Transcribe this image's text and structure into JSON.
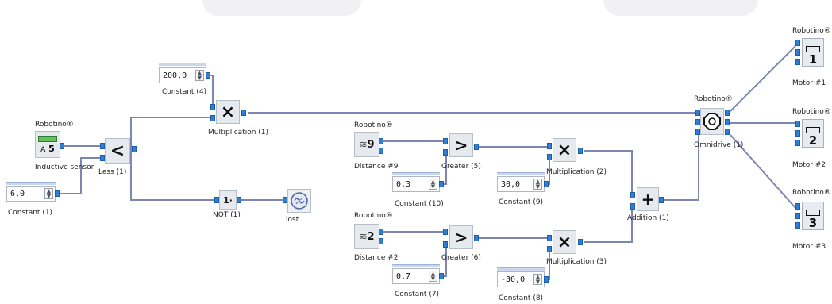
{
  "colors": {
    "wire": "#7c86b0",
    "port": "#2f7fd3",
    "node_bg": "#e6e9ee"
  },
  "labels": {
    "robotino_inductive": "Robotino®",
    "inductive_sensor": "Inductive sensor",
    "inductive_value": "5",
    "inductive_prefix": "A",
    "constant_1": "Constant (1)",
    "constant_4": "Constant (4)",
    "less_1": "Less (1)",
    "multiplication_1": "Multiplication (1)",
    "not_1": "NOT (1)",
    "lost": "lost",
    "robotino_d9": "Robotino®",
    "distance_9": "Distance #9",
    "d9_value": "9",
    "greater_5": "Greater (5)",
    "constant_10": "Constant (10)",
    "multiplication_2": "Multiplication (2)",
    "constant_9": "Constant (9)",
    "robotino_d2": "Robotino®",
    "distance_2": "Distance #2",
    "d2_value": "2",
    "greater_6": "Greater (6)",
    "constant_7": "Constant (7)",
    "multiplication_3": "Multiplication (3)",
    "constant_8": "Constant (8)",
    "addition_1": "Addition (1)",
    "robotino_omni": "Robotino®",
    "omnidrive_1": "Omnidrive (1)",
    "robotino_m1": "Robotino®",
    "motor_1": "Motor #1",
    "motor_1_num": "1",
    "robotino_m2": "Robotino®",
    "motor_2": "Motor #2",
    "motor_2_num": "2",
    "robotino_m3": "Robotino®",
    "motor_3": "Motor #3",
    "motor_3_num": "3"
  },
  "symbols": {
    "less": "<",
    "greater": ">",
    "multiply": "×",
    "add": "+",
    "not": "1·"
  },
  "constants": {
    "c1": "6,0",
    "c4": "200,0",
    "c10": "0,3",
    "c9": "30,0",
    "c7": "0,7",
    "c8": "-30,0"
  },
  "spinner": {
    "up": "▲",
    "down": "▼"
  }
}
